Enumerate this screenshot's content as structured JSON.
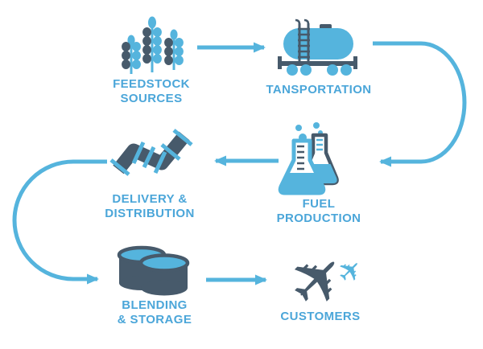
{
  "colors": {
    "accent_blue": "#55B4DD",
    "text_blue": "#4BA6D9",
    "dark": "#475A6B",
    "background": "#FFFFFF"
  },
  "icons": {
    "airplane_glyph": "✈"
  },
  "nodes": [
    {
      "id": "feedstock",
      "icon": "wheat-stalks-icon",
      "label_lines": [
        "FEEDSTOCK",
        "SOURCES"
      ]
    },
    {
      "id": "transportation",
      "icon": "rail-tank-car-icon",
      "label_lines": [
        "TANSPORTATION"
      ]
    },
    {
      "id": "fuel-production",
      "icon": "chemistry-flasks-icon",
      "label_lines": [
        "FUEL",
        "PRODUCTION"
      ]
    },
    {
      "id": "delivery-distribution",
      "icon": "pipeline-icon",
      "label_lines": [
        "DELIVERY &",
        "DISTRIBUTION"
      ]
    },
    {
      "id": "blending-storage",
      "icon": "storage-tanks-icon",
      "label_lines": [
        "BLENDING",
        "& STORAGE"
      ]
    },
    {
      "id": "customers",
      "icon": "airplanes-icon",
      "label_lines": [
        "CUSTOMERS"
      ]
    }
  ],
  "arrows": [
    {
      "from": "FEEDSTOCK SOURCES",
      "to": "TANSPORTATION",
      "shape": "straight-right"
    },
    {
      "from": "TANSPORTATION",
      "to": "FUEL PRODUCTION",
      "shape": "curve-down-right-side"
    },
    {
      "from": "FUEL PRODUCTION",
      "to": "DELIVERY & DISTRIBUTION",
      "shape": "straight-left"
    },
    {
      "from": "DELIVERY & DISTRIBUTION",
      "to": "BLENDING & STORAGE",
      "shape": "curve-down-left-side"
    },
    {
      "from": "BLENDING & STORAGE",
      "to": "CUSTOMERS",
      "shape": "straight-right"
    }
  ]
}
